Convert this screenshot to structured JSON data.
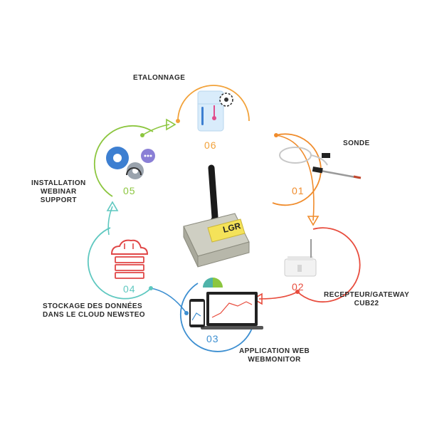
{
  "colors": {
    "step01": "#f08c2c",
    "step02": "#e84c3d",
    "step03": "#3d8fd1",
    "step04": "#5fc8c0",
    "step05": "#8cc63f",
    "step06": "#f2a23a"
  },
  "steps": [
    {
      "number": "01",
      "label_lines": [
        "SONDE"
      ],
      "icon": "temperature-probe-icon"
    },
    {
      "number": "02",
      "label_lines": [
        "RECEPTEUR/GATEWAY",
        "CUB22"
      ],
      "icon": "gateway-device-icon"
    },
    {
      "number": "03",
      "label_lines": [
        "APPLICATION WEB",
        "WEBMONITOR"
      ],
      "icon": "web-application-icon"
    },
    {
      "number": "04",
      "label_lines": [
        "STOCKAGE DES DONNÉES",
        "DANS LE CLOUD NEWSTEO"
      ],
      "icon": "cloud-server-icon"
    },
    {
      "number": "05",
      "label_lines": [
        "INSTALLATION",
        "WEBINAR",
        "SUPPORT"
      ],
      "icon": "support-gears-icon"
    },
    {
      "number": "06",
      "label_lines": [
        "ETALONNAGE"
      ],
      "icon": "fridge-calibration-icon"
    }
  ],
  "center": {
    "device_text": "LGR",
    "icon": "data-logger-icon"
  }
}
